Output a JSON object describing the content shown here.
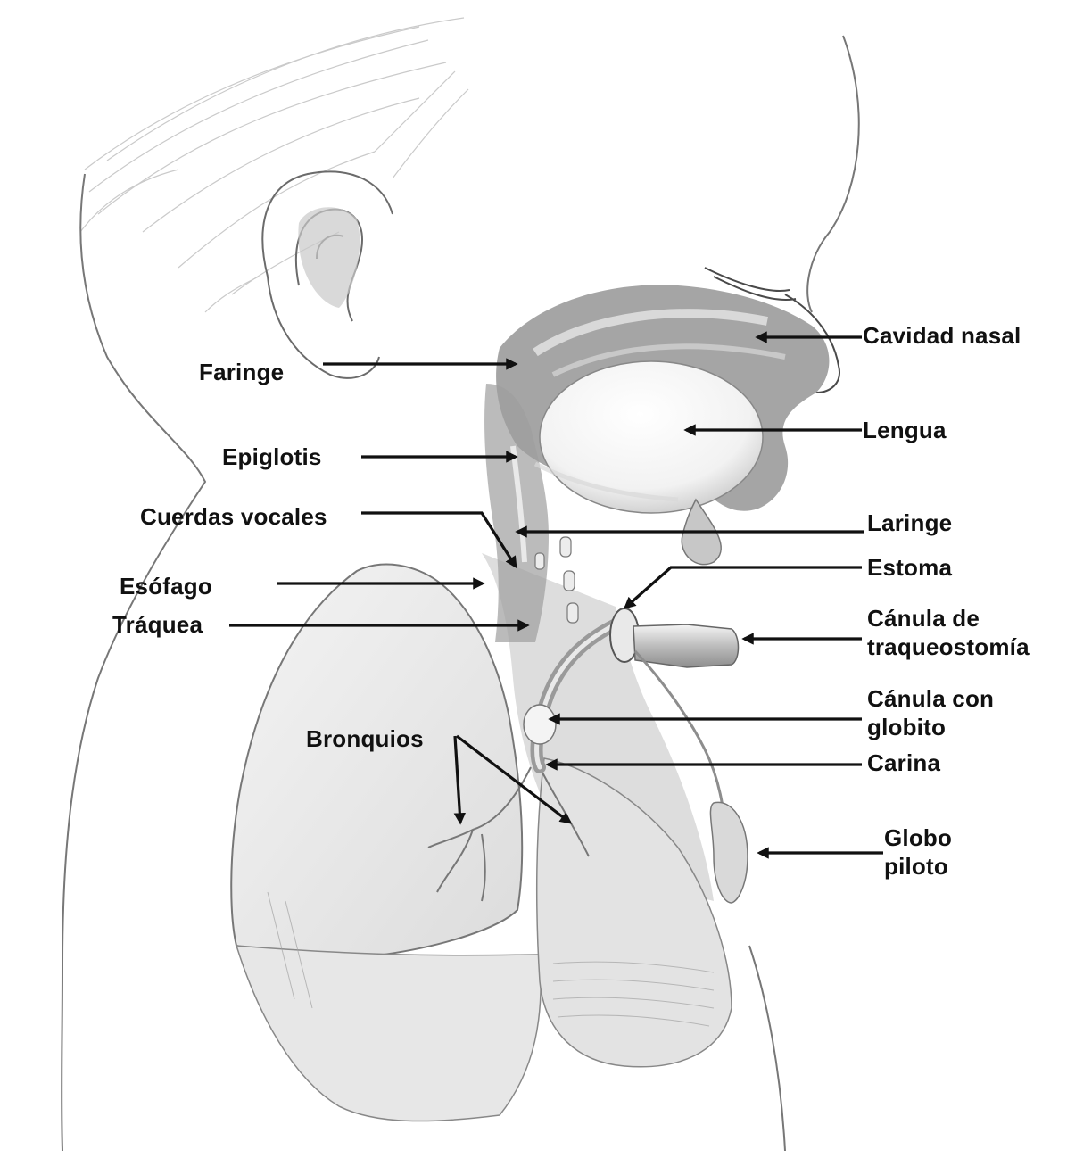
{
  "labels": {
    "faringe": "Faringe",
    "cavidad_nasal": "Cavidad nasal",
    "lengua": "Lengua",
    "epiglotis": "Epiglotis",
    "cuerdas_vocales": "Cuerdas vocales",
    "laringe": "Laringe",
    "estoma": "Estoma",
    "esofago": "Esófago",
    "traquea": "Tráquea",
    "canula_traqueo_1": "Cánula de",
    "canula_traqueo_2": "traqueostomía",
    "bronquios": "Bronquios",
    "canula_globito_1": "Cánula con",
    "canula_globito_2": "globito",
    "carina": "Carina",
    "globo_piloto_1": "Globo",
    "globo_piloto_2": "piloto"
  },
  "colors": {
    "text": "#111111",
    "arrow": "#111111",
    "sketch_line": "#6b6b6b",
    "shading_dark": "#8a8a8a",
    "shading_mid": "#b9b9b9",
    "shading_light": "#dedede"
  }
}
